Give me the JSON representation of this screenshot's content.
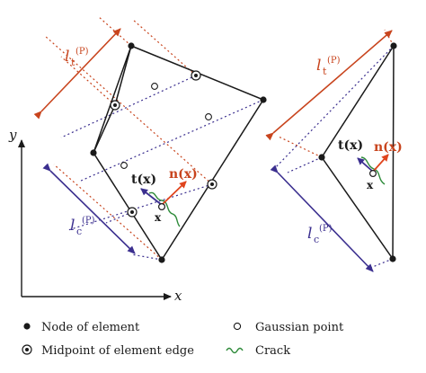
{
  "labels": {
    "axis_y": "y",
    "axis_x": "x",
    "left": {
      "lt_base": "l",
      "lt_sub": "t",
      "lt_sup": "(P)",
      "lc_base": "l",
      "lc_sub": "c",
      "lc_sup": "(P)",
      "tx": "t(x)",
      "nx": "n(x)",
      "x": "x"
    },
    "right": {
      "lt_base": "l",
      "lt_sub": "t",
      "lt_sup": "(P)",
      "lc_base": "l",
      "lc_sub": "c",
      "lc_sup": "(P)",
      "tx": "t(x)",
      "nx": "n(x)",
      "x": "x"
    }
  },
  "legend": {
    "node": "Node of element",
    "gauss": "Gaussian point",
    "midpoint": "Midpoint of element edge",
    "crack": "Crack"
  },
  "colors": {
    "t_color": "#c8441d",
    "c_color": "#3b2f8f",
    "n_arrow": "#e0441d",
    "t_arrow": "#3b2f8f",
    "crack": "#2e8b3a",
    "line": "#1a1a1a"
  }
}
